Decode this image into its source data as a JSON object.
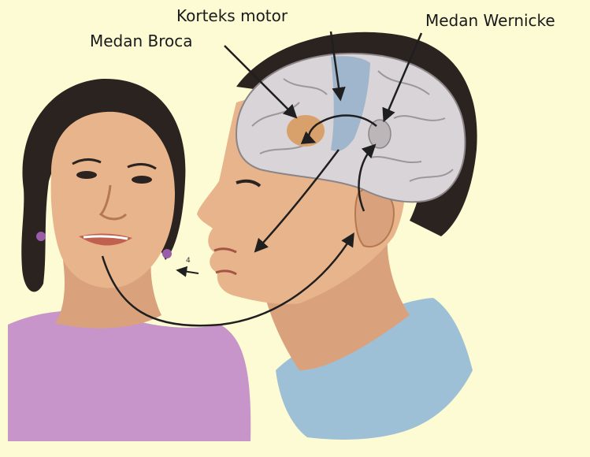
{
  "labels": {
    "motor_cortex": "Korteks motor",
    "broca_area": "Medan Broca",
    "wernicke_area": "Medan Wernicke"
  },
  "markers": {
    "speech_step": "4"
  },
  "colors": {
    "background": "#fdfbd3",
    "skin": "#e8b48c",
    "skin_shadow": "#c98a63",
    "hair": "#2b2320",
    "brain": "#d9d4d8",
    "motor_strip": "#9fb6cc",
    "broca": "#d8a06a",
    "shirt_woman": "#c795c9",
    "shirt_man": "#9ec0d6",
    "arrows": "#1f1f1f"
  }
}
